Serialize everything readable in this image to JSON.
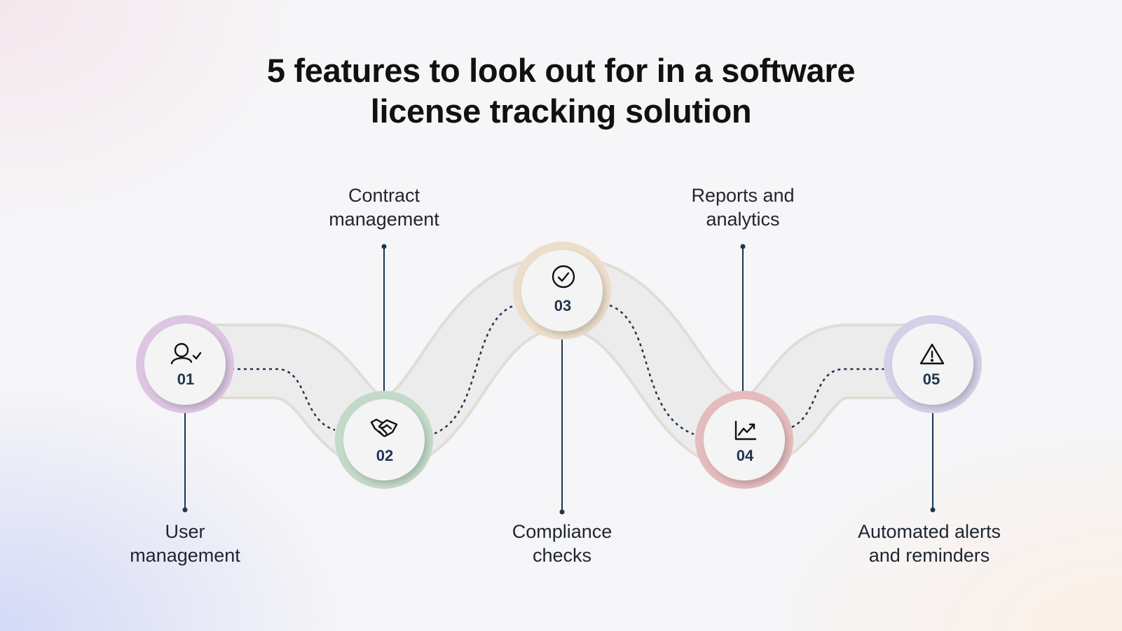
{
  "title": {
    "line1": "5 features to look out for in a software",
    "line2": "license tracking solution"
  },
  "steps": [
    {
      "number": "01",
      "label_line1": "User",
      "label_line2": "management",
      "icon": "user-check-icon",
      "ring_color": "#dcc6e2"
    },
    {
      "number": "02",
      "label_line1": "Contract",
      "label_line2": "management",
      "icon": "handshake-icon",
      "ring_color": "#c3dac9"
    },
    {
      "number": "03",
      "label_line1": "Compliance",
      "label_line2": "checks",
      "icon": "check-circle-icon",
      "ring_color": "#ecdecb"
    },
    {
      "number": "04",
      "label_line1": "Reports and",
      "label_line2": "analytics",
      "icon": "line-chart-icon",
      "ring_color": "#e5bcbd"
    },
    {
      "number": "05",
      "label_line1": "Automated alerts",
      "label_line2": "and reminders",
      "icon": "warning-triangle-icon",
      "ring_color": "#d5d0e8"
    }
  ],
  "colors": {
    "connector": "#1f3550",
    "path_band": "#ececec",
    "number_text": "#1f3550"
  }
}
